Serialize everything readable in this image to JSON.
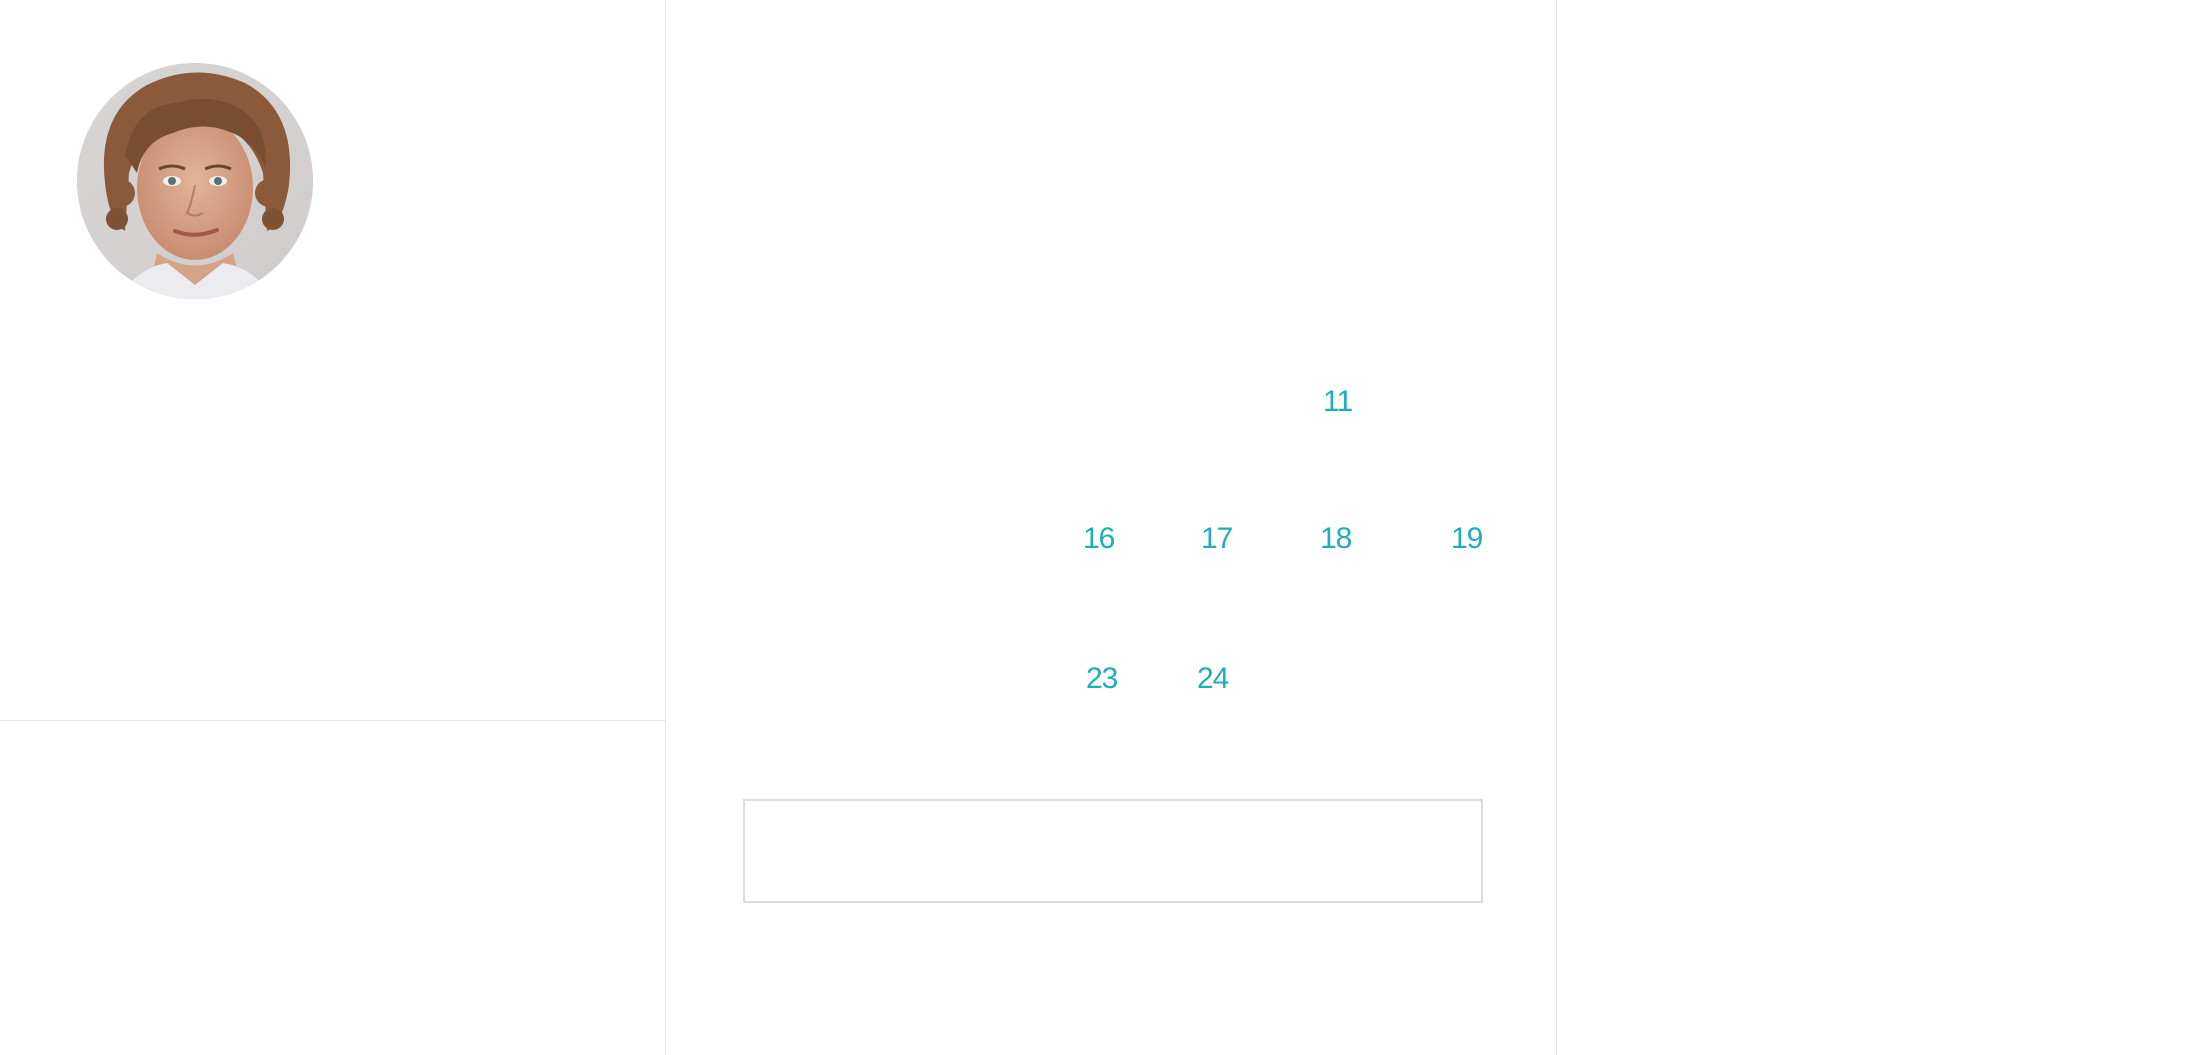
{
  "calendar": {
    "accent_color": "#1eaeb8",
    "days": {
      "d11": "11",
      "d16": "16",
      "d17": "17",
      "d18": "18",
      "d19": "19",
      "d23": "23",
      "d24": "24"
    }
  },
  "booking": {
    "input_value": "",
    "input_placeholder": ""
  },
  "profile": {
    "avatar_icon": "avatar-photo"
  }
}
